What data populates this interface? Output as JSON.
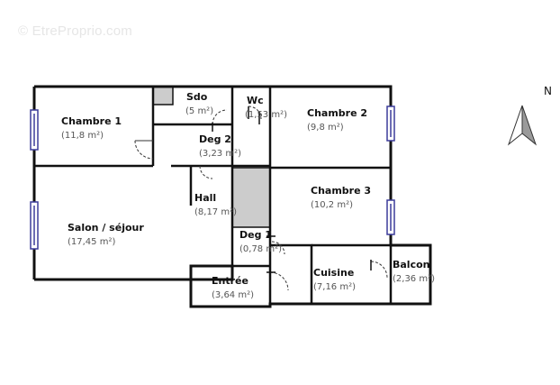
{
  "watermark": "© EtreProprio.com",
  "north": "N",
  "rooms": {
    "chambre1": {
      "name": "Chambre 1",
      "area": "(11,8 m²)"
    },
    "sdo": {
      "name": "Sdo",
      "area": "(5 m²)"
    },
    "wc": {
      "name": "Wc",
      "area": "(1,53 m²)"
    },
    "chambre2": {
      "name": "Chambre 2",
      "area": "(9,8 m²)"
    },
    "deg2": {
      "name": "Deg 2",
      "area": "(3,23 m²)"
    },
    "hall": {
      "name": "Hall",
      "area": "(8,17 m²)"
    },
    "chambre3": {
      "name": "Chambre 3",
      "area": "(10,2 m²)"
    },
    "salon": {
      "name": "Salon / séjour",
      "area": "(17,45 m²)"
    },
    "deg1": {
      "name": "Deg 1",
      "area": "(0,78 m²)"
    },
    "entree": {
      "name": "Entrée",
      "area": "(3,64 m²)"
    },
    "cuisine": {
      "name": "Cuisine",
      "area": "(7,16 m²)"
    },
    "balcon": {
      "name": "Balcon",
      "area": "(2,36 m²)"
    }
  },
  "colors": {
    "wall": "#111111",
    "shaded": "#cccccc",
    "window": "#3b3b9a"
  }
}
